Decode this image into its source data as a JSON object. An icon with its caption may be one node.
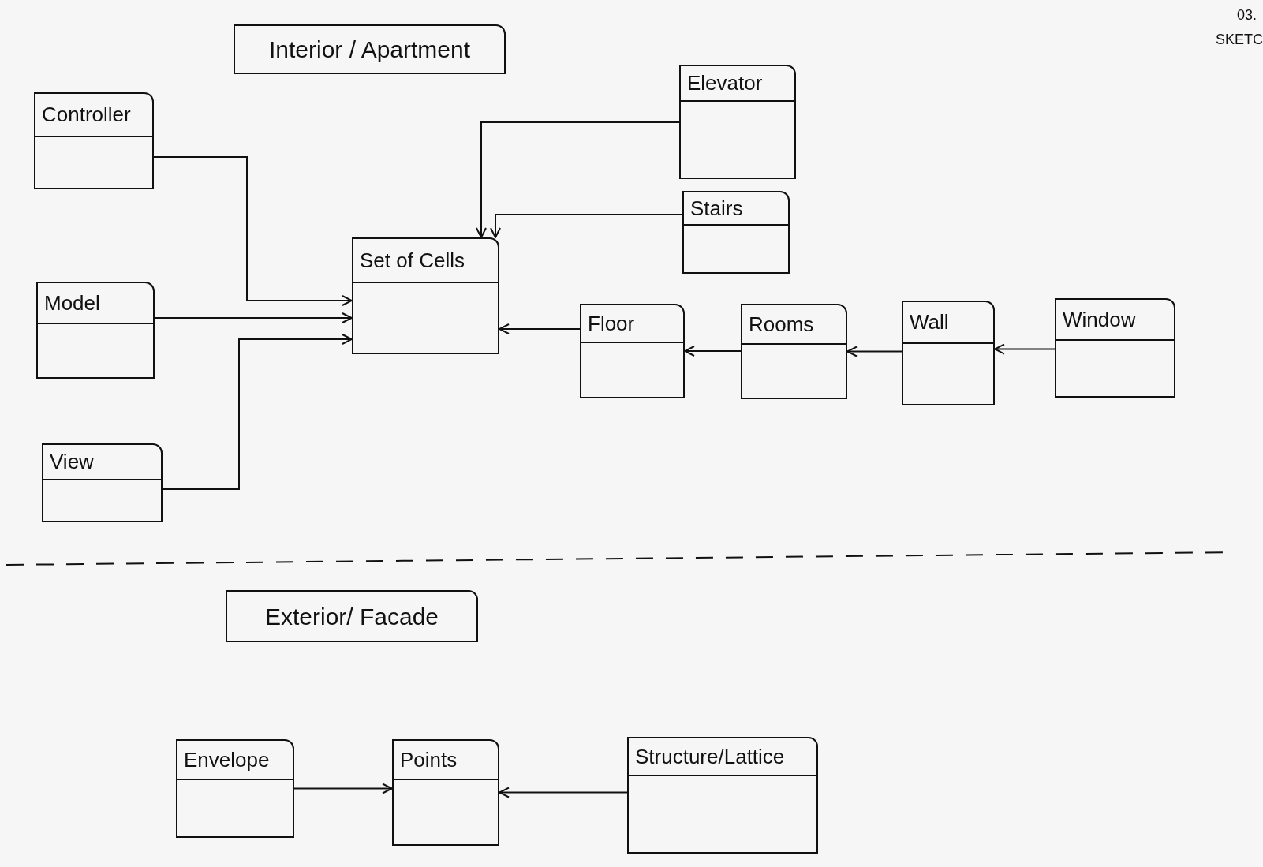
{
  "diagram": {
    "nodes": [
      {
        "text": [
          "Interior / Apartment"
        ]
      },
      {
        "text": [
          "Controller"
        ]
      },
      {
        "text": [
          "Model"
        ]
      },
      {
        "text": [
          "View"
        ]
      },
      {
        "text": [
          "Set of Cells"
        ]
      },
      {
        "text": [
          "Elevator"
        ]
      },
      {
        "text": [
          "Stairs"
        ]
      },
      {
        "text": [
          "Floor"
        ]
      },
      {
        "text": [
          "Rooms"
        ]
      },
      {
        "text": [
          "Wall"
        ]
      },
      {
        "text": [
          "Window"
        ]
      },
      {
        "text": [
          "Exterior/ Facade"
        ]
      },
      {
        "text": [
          "Envelope"
        ]
      },
      {
        "text": [
          "Points"
        ]
      },
      {
        "text": [
          "Structure/Lattice"
        ]
      }
    ],
    "edges": [
      {
        "from": 1,
        "to": 4,
        "arrow": "to"
      },
      {
        "from": 2,
        "to": 4,
        "arrow": "to"
      },
      {
        "from": 3,
        "to": 4,
        "arrow": "to"
      },
      {
        "from": 5,
        "to": 4,
        "arrow": "to"
      },
      {
        "from": 6,
        "to": 4,
        "arrow": "to"
      },
      {
        "from": 7,
        "to": 4,
        "arrow": "to"
      },
      {
        "from": 8,
        "to": 7,
        "arrow": "to"
      },
      {
        "from": 9,
        "to": 8,
        "arrow": "to"
      },
      {
        "from": 10,
        "to": 9,
        "arrow": "to"
      },
      {
        "from": 12,
        "to": 13,
        "arrow": "to"
      },
      {
        "from": 14,
        "to": 13,
        "arrow": "to"
      }
    ],
    "labels": [
      "03.",
      "SKETC"
    ]
  }
}
